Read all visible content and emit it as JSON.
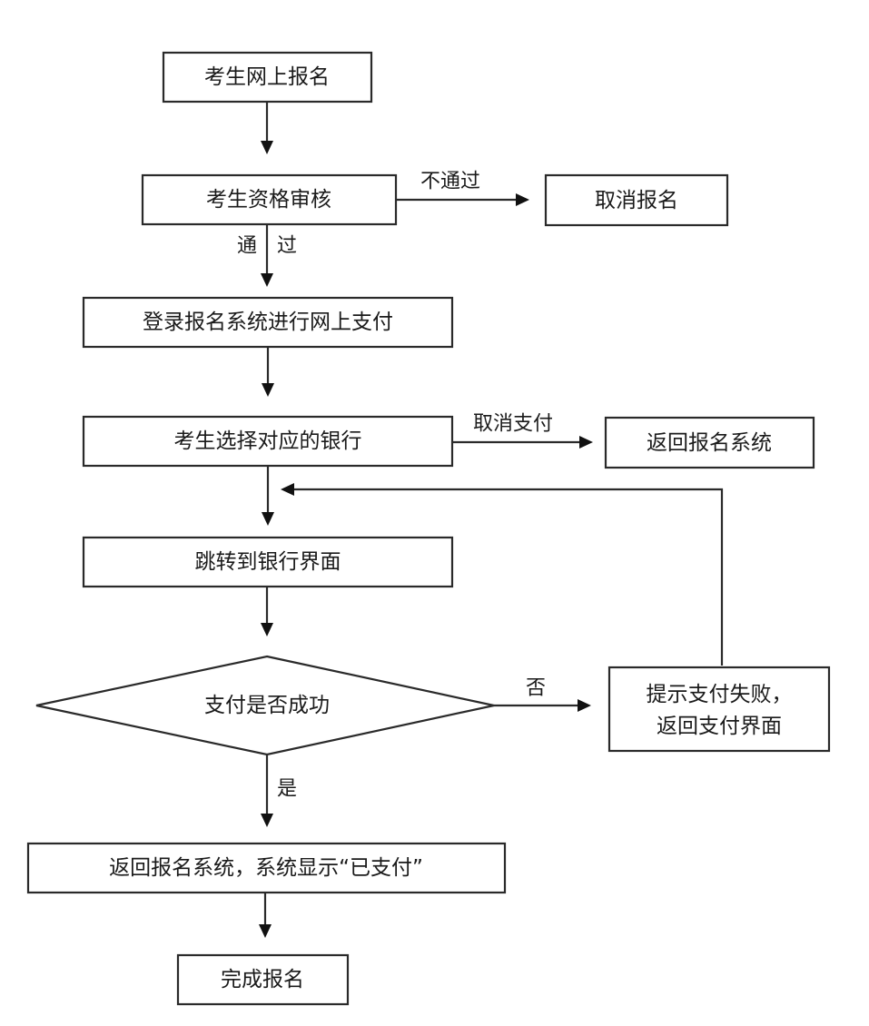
{
  "diagram": {
    "type": "flowchart",
    "title": "",
    "nodes": {
      "online_registration": "考生网上报名",
      "qualification_review": "考生资格审核",
      "cancel_registration": "取消报名",
      "login_online_payment": "登录报名系统进行网上支付",
      "select_bank": "考生选择对应的银行",
      "return_registration_system": "返回报名系统",
      "redirect_bank_page": "跳转到银行界面",
      "payment_success_decision": "支付是否成功",
      "payment_failed_line1": "提示支付失败，",
      "payment_failed_line2": "返回支付界面",
      "paid_status": "返回报名系统，系统显示“已支付”",
      "complete_registration": "完成报名"
    },
    "edge_labels": {
      "not_passed": "不通过",
      "passed": "通　过",
      "cancel_payment": "取消支付",
      "no": "否",
      "yes": "是"
    },
    "edges": [
      {
        "from": "online_registration",
        "to": "qualification_review",
        "label": ""
      },
      {
        "from": "qualification_review",
        "to": "cancel_registration",
        "label": "不通过"
      },
      {
        "from": "qualification_review",
        "to": "login_online_payment",
        "label": "通过"
      },
      {
        "from": "login_online_payment",
        "to": "select_bank",
        "label": ""
      },
      {
        "from": "select_bank",
        "to": "return_registration_system",
        "label": "取消支付"
      },
      {
        "from": "select_bank",
        "to": "redirect_bank_page",
        "label": ""
      },
      {
        "from": "redirect_bank_page",
        "to": "payment_success_decision",
        "label": ""
      },
      {
        "from": "payment_success_decision",
        "to": "payment_failed",
        "label": "否"
      },
      {
        "from": "payment_failed",
        "to": "redirect_bank_page",
        "label": ""
      },
      {
        "from": "payment_success_decision",
        "to": "paid_status",
        "label": "是"
      },
      {
        "from": "paid_status",
        "to": "complete_registration",
        "label": ""
      }
    ]
  }
}
